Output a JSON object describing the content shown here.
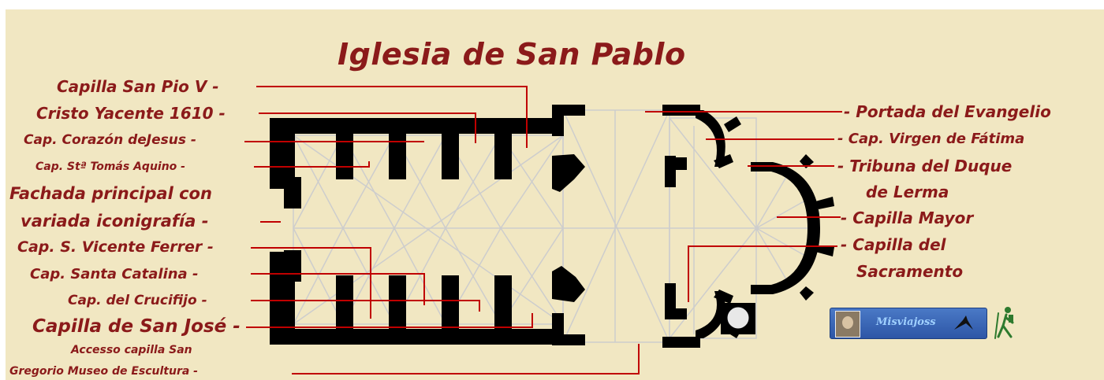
{
  "title": "Iglesia de San Pablo",
  "labels_left": [
    "Capilla San Pio V -",
    "Cristo Yacente 1610 -",
    "Cap. Corazón deJesus -",
    "Cap. Stª Tomás Aquino -",
    "Fachada principal con",
    "variada iconigrafía -",
    "Cap. S. Vicente Ferrer -",
    "Cap. Santa Catalina -",
    "Cap. del Crucifijo -",
    "Capilla de San José -",
    "Accesso capilla San",
    "Gregorio Museo de Escultura -"
  ],
  "labels_right": [
    "- Portada del Evangelio",
    "- Cap. Virgen de Fátima",
    "- Tribuna del Duque",
    "de Lerma",
    "- Capilla Mayor",
    "- Capilla del",
    "Sacramento"
  ],
  "badge": {
    "text": "Misviajoss",
    "icon": "bird-icon"
  },
  "hiker_icon": "hiker-icon",
  "colors": {
    "background": "#f1e7c2",
    "text": "#8b1a1a",
    "leader": "#c00000",
    "plan": "#000000",
    "vault": "#cfcfcf"
  }
}
